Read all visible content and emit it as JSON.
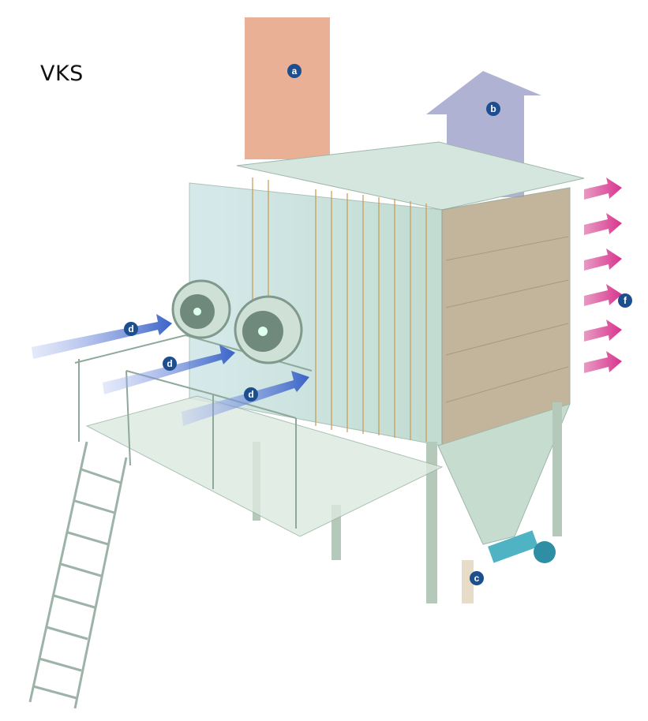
{
  "title": "VKS",
  "colors": {
    "label_circle": "#1d4f8f",
    "stack_a": "#e8a78a",
    "arrow_b": "#a7aacf",
    "arrow_f": "#e0559f",
    "arrow_d": "#5a78d0",
    "frame": "#b9cfc3"
  },
  "labels": {
    "a": "a",
    "b": "b",
    "c": "c",
    "d1": "d",
    "d2": "d",
    "d3": "d",
    "f": "f"
  }
}
